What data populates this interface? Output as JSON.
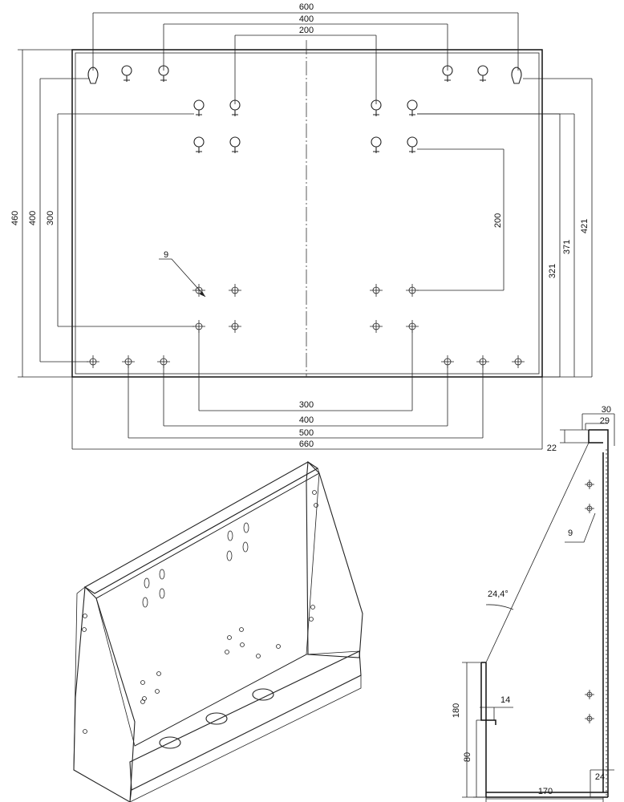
{
  "front_view": {
    "top_dims": [
      "600",
      "400",
      "200"
    ],
    "bottom_dims": [
      "300",
      "400",
      "500",
      "660"
    ],
    "left_dims": [
      "460",
      "400",
      "300"
    ],
    "right_dims": [
      "200",
      "321",
      "371",
      "421"
    ],
    "hole_label": "9"
  },
  "side_view": {
    "top_dims": [
      "30",
      "29"
    ],
    "lip_dim": "22",
    "hole_label": "9",
    "angle_label": "24,4°",
    "height_dims": [
      "180",
      "80"
    ],
    "small_dim": "14",
    "base_dims": [
      "170",
      "24"
    ]
  }
}
